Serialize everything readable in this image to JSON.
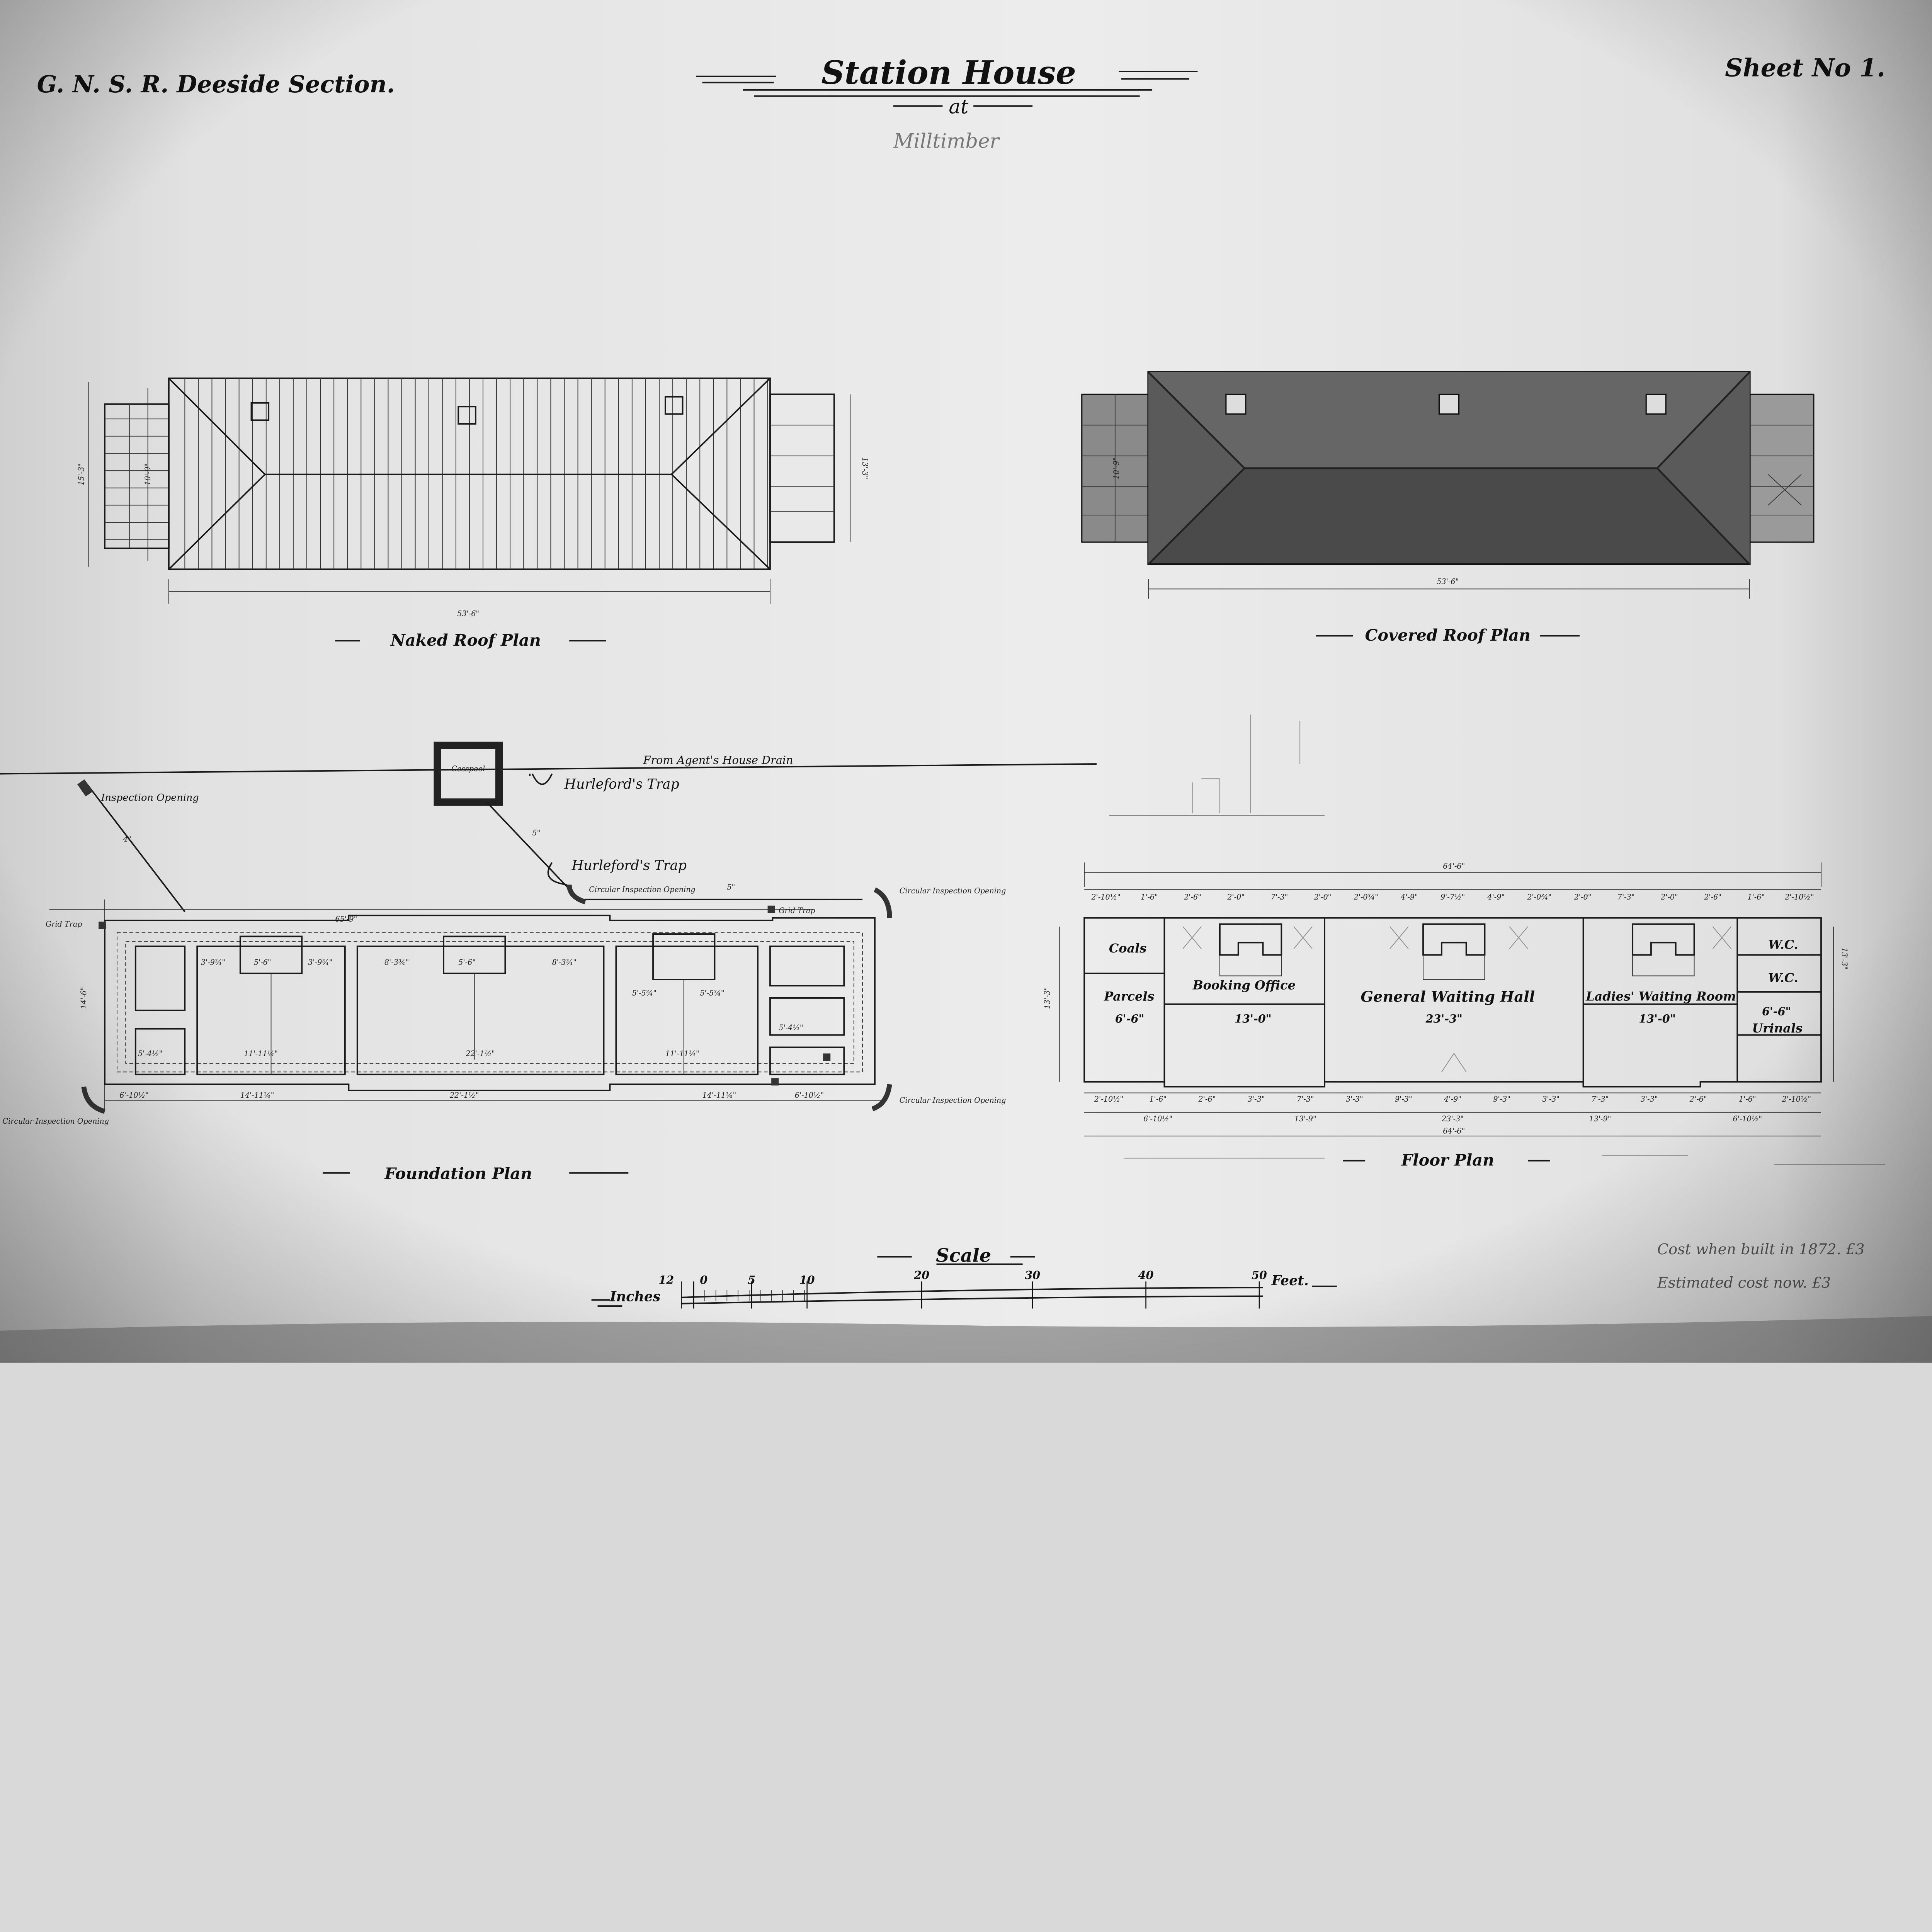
{
  "header": {
    "railway": "G. N. S. R.  Deeside Section.",
    "title": "Station House",
    "at": "at",
    "location_pencil": "Milltimber",
    "sheet": "Sheet No 1."
  },
  "naked_roof": {
    "label": "Naked Roof Plan",
    "length": "53'-6\"",
    "width_outer": "15'-3\"",
    "width_inner": "10'-9\"",
    "width_right": "13'-3\""
  },
  "covered_roof": {
    "label": "Covered Roof Plan",
    "length": "53'-6\"",
    "width": "10'-9\""
  },
  "foundation": {
    "label": "Foundation Plan",
    "cesspool": "Cesspool",
    "drain": "From Agent's House Drain",
    "trap_top": "Hurleford's Trap",
    "trap_mid": "Hurleford's Trap",
    "inspection_opening": "Inspection Opening",
    "circular_opening_top": "Circular Inspection Opening",
    "circular_opening_right": "Circular Inspection Opening",
    "circular_opening_bottom_right": "Circular Inspection Opening",
    "circular_opening_bottom_left": "Circular Inspection Opening",
    "grid_trap": "Grid Trap",
    "pipe_4": "4\"",
    "pipe_5": "5\"",
    "overall": "65'-9\"",
    "depth": "14'-6\"",
    "dims_inner": [
      "3'-9¾\"",
      "5'-6\"",
      "3'-9¾\"",
      "8'-3¾\"",
      "5'-6\"",
      "8'-3¾\"",
      "5'-5¾\"",
      "5'-5¾\"",
      "5'-4½\"",
      "11'-11¼\"",
      "22'-1½\"",
      "11'-11¼\"",
      "5'-4½\""
    ],
    "dims_bottom": [
      "6'-10½\"",
      "14'-11¼\"",
      "22'-1½\"",
      "14'-11¼\"",
      "6'-10½\""
    ]
  },
  "floor": {
    "label": "Floor Plan",
    "overall_top": "64'-6\"",
    "overall_bottom": "64'-6\"",
    "depth": "13'-3\"",
    "rooms": [
      {
        "name": "Coals",
        "size": ""
      },
      {
        "name": "Parcels",
        "size": "6'-6\""
      },
      {
        "name": "Booking Office",
        "size": "13'-0\""
      },
      {
        "name": "General Waiting Hall",
        "size": "23'-3\""
      },
      {
        "name": "Ladies' Waiting Room",
        "size": "13'-0\""
      },
      {
        "name": "W.C.",
        "size": ""
      },
      {
        "name": "W.C.",
        "size": "6'-6\""
      },
      {
        "name": "Urinals",
        "size": ""
      }
    ],
    "dims_top": [
      "2'-10½\"",
      "1'-6\"",
      "2'-6\"",
      "2'-0\"",
      "7'-3\"",
      "2'-0\"",
      "2'-0¾\"",
      "4'-9\"",
      "9'-7½\"",
      "4'-9\"",
      "2'-0¾\"",
      "2'-0\"",
      "7'-3\"",
      "2'-0\"",
      "2'-6\"",
      "1'-6\"",
      "2'-10½\""
    ],
    "dims_bottom": [
      "2'-10½\"",
      "1'-6\"",
      "2'-6\"",
      "3'-3\"",
      "7'-3\"",
      "3'-3\"",
      "9'-3\"",
      "4'-9\"",
      "9'-3\"",
      "3'-3\"",
      "7'-3\"",
      "3'-3\"",
      "2'-6\"",
      "1'-6\"",
      "2'-10½\""
    ],
    "dims_mid": [
      "6'-10½\"",
      "13'-9\"",
      "23'-3\"",
      "13'-9\"",
      "6'-10½\""
    ]
  },
  "scale": {
    "label": "Scale",
    "inches": "Inches",
    "feet": "Feet.",
    "ticks": [
      "12",
      "0",
      "5",
      "10",
      "20",
      "30",
      "40",
      "50"
    ]
  },
  "notes": {
    "cost_built": "Cost when built in 1872. £3",
    "cost_now": "Estimated cost now. £3"
  },
  "colors": {
    "paper": "#e4e4e4",
    "ink": "#1a1a1a",
    "roof": "#4a4a4a"
  }
}
